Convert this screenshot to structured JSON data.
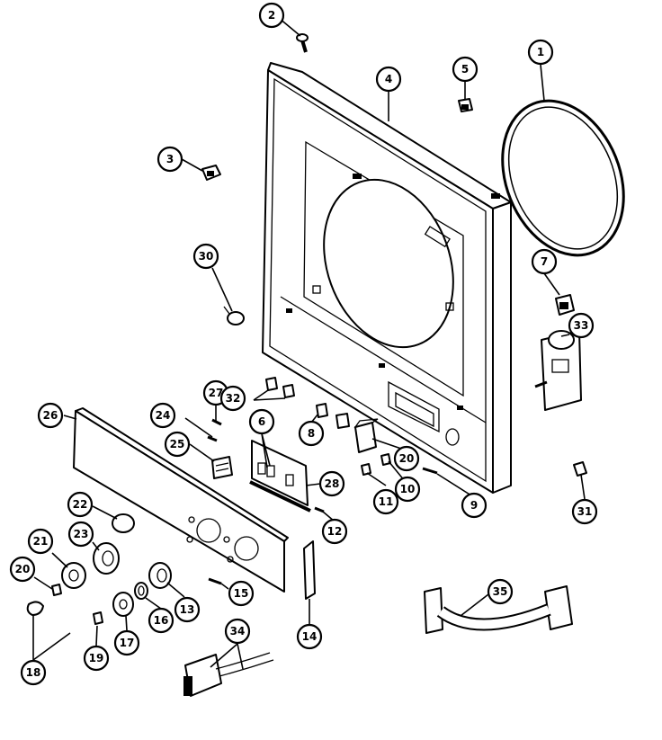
{
  "diagram": {
    "callouts": [
      {
        "id": "c1",
        "label": "1"
      },
      {
        "id": "c2",
        "label": "2"
      },
      {
        "id": "c3",
        "label": "3"
      },
      {
        "id": "c4",
        "label": "4"
      },
      {
        "id": "c5",
        "label": "5"
      },
      {
        "id": "c6",
        "label": "6"
      },
      {
        "id": "c7",
        "label": "7"
      },
      {
        "id": "c8",
        "label": "8"
      },
      {
        "id": "c9",
        "label": "9"
      },
      {
        "id": "c10",
        "label": "10"
      },
      {
        "id": "c11",
        "label": "11"
      },
      {
        "id": "c12",
        "label": "12"
      },
      {
        "id": "c13",
        "label": "13"
      },
      {
        "id": "c14",
        "label": "14"
      },
      {
        "id": "c15",
        "label": "15"
      },
      {
        "id": "c16",
        "label": "16"
      },
      {
        "id": "c17",
        "label": "17"
      },
      {
        "id": "c18",
        "label": "18"
      },
      {
        "id": "c19",
        "label": "19"
      },
      {
        "id": "c20a",
        "label": "20"
      },
      {
        "id": "c20b",
        "label": "20"
      },
      {
        "id": "c21",
        "label": "21"
      },
      {
        "id": "c22",
        "label": "22"
      },
      {
        "id": "c23",
        "label": "23"
      },
      {
        "id": "c24",
        "label": "24"
      },
      {
        "id": "c25",
        "label": "25"
      },
      {
        "id": "c26",
        "label": "26"
      },
      {
        "id": "c27",
        "label": "27"
      },
      {
        "id": "c28",
        "label": "28"
      },
      {
        "id": "c30",
        "label": "30"
      },
      {
        "id": "c31",
        "label": "31"
      },
      {
        "id": "c32",
        "label": "32"
      },
      {
        "id": "c33",
        "label": "33"
      },
      {
        "id": "c34",
        "label": "34"
      },
      {
        "id": "c35",
        "label": "35"
      }
    ]
  }
}
